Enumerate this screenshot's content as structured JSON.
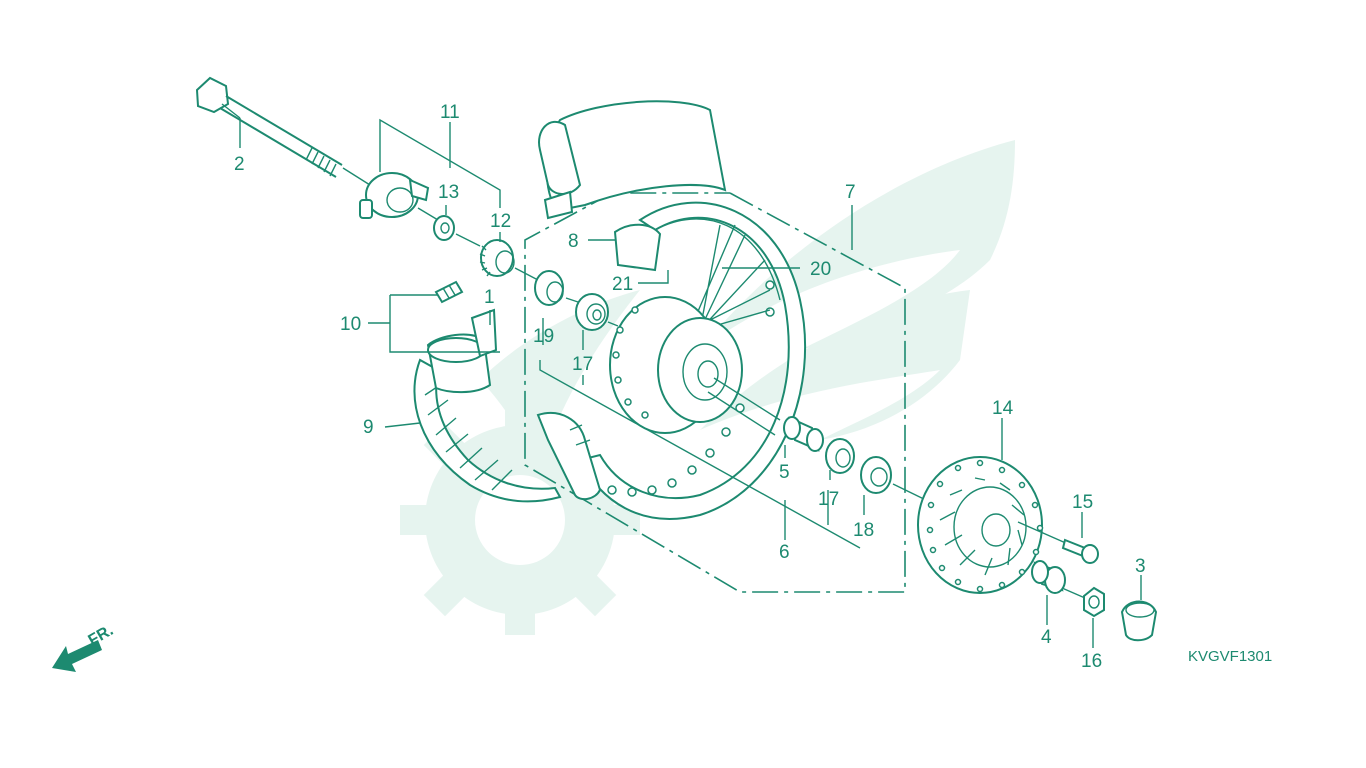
{
  "diagram": {
    "diagram_code": "KVGVF1301",
    "direction_label": "FR.",
    "callouts": {
      "p1": "1",
      "p2": "2",
      "p3": "3",
      "p4": "4",
      "p5": "5",
      "p6": "6",
      "p7": "7",
      "p8": "8",
      "p9": "9",
      "p10": "10",
      "p11": "11",
      "p12": "12",
      "p13": "13",
      "p14": "14",
      "p15": "15",
      "p16": "16",
      "p17a": "17",
      "p17b": "17",
      "p18": "18",
      "p19": "19",
      "p20": "20",
      "p21": "21"
    },
    "colors": {
      "line": "#1d8a70",
      "watermark": "#e6f4ef",
      "background": "#ffffff"
    },
    "icons": [
      "direction-arrow-icon",
      "watermark-logo"
    ]
  }
}
